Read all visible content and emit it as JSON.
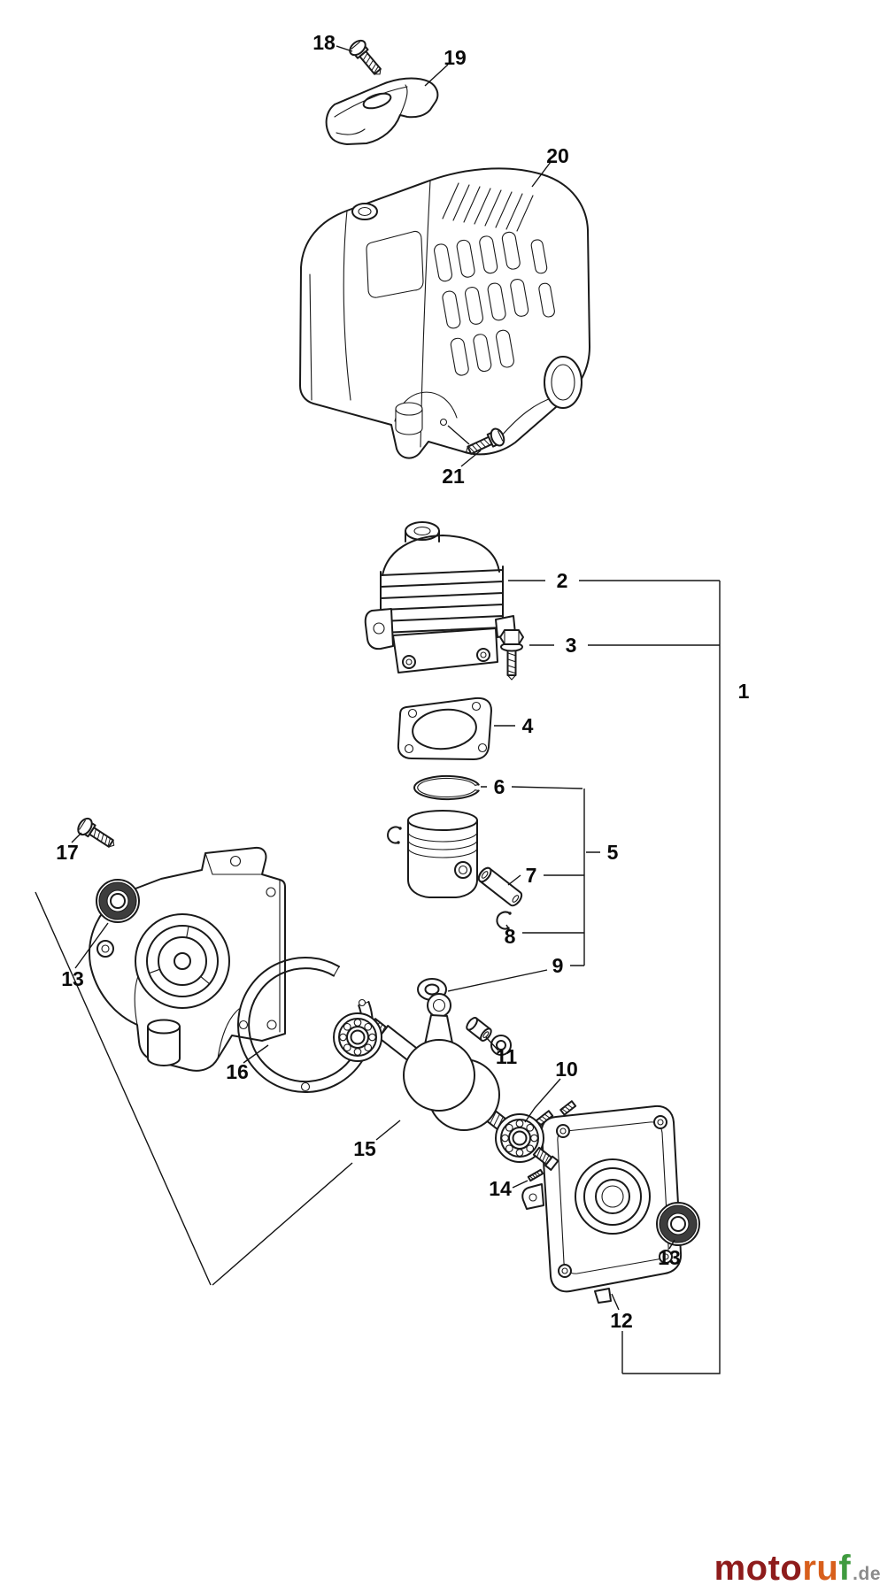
{
  "diagram": {
    "type": "exploded-parts-diagram",
    "background": "#ffffff",
    "line_color": "#1a1a1a",
    "callouts": {
      "n1": "1",
      "n2": "2",
      "n3": "3",
      "n4": "4",
      "n5": "5",
      "n6": "6",
      "n7": "7",
      "n8": "8",
      "n9": "9",
      "n10": "10",
      "n11": "11",
      "n12": "12",
      "n13_left": "13",
      "n13_right": "13",
      "n14": "14",
      "n15": "15",
      "n16": "16",
      "n17": "17",
      "n18": "18",
      "n19": "19",
      "n20": "20",
      "n21": "21"
    }
  },
  "watermark": {
    "segments": [
      {
        "text": "moto",
        "color": "#8e1c1c"
      },
      {
        "text": "ru",
        "color": "#d85f1c"
      },
      {
        "text": "f",
        "color": "#3f9b3f"
      },
      {
        "text": ".de",
        "color": "#8c8c8c"
      }
    ]
  }
}
